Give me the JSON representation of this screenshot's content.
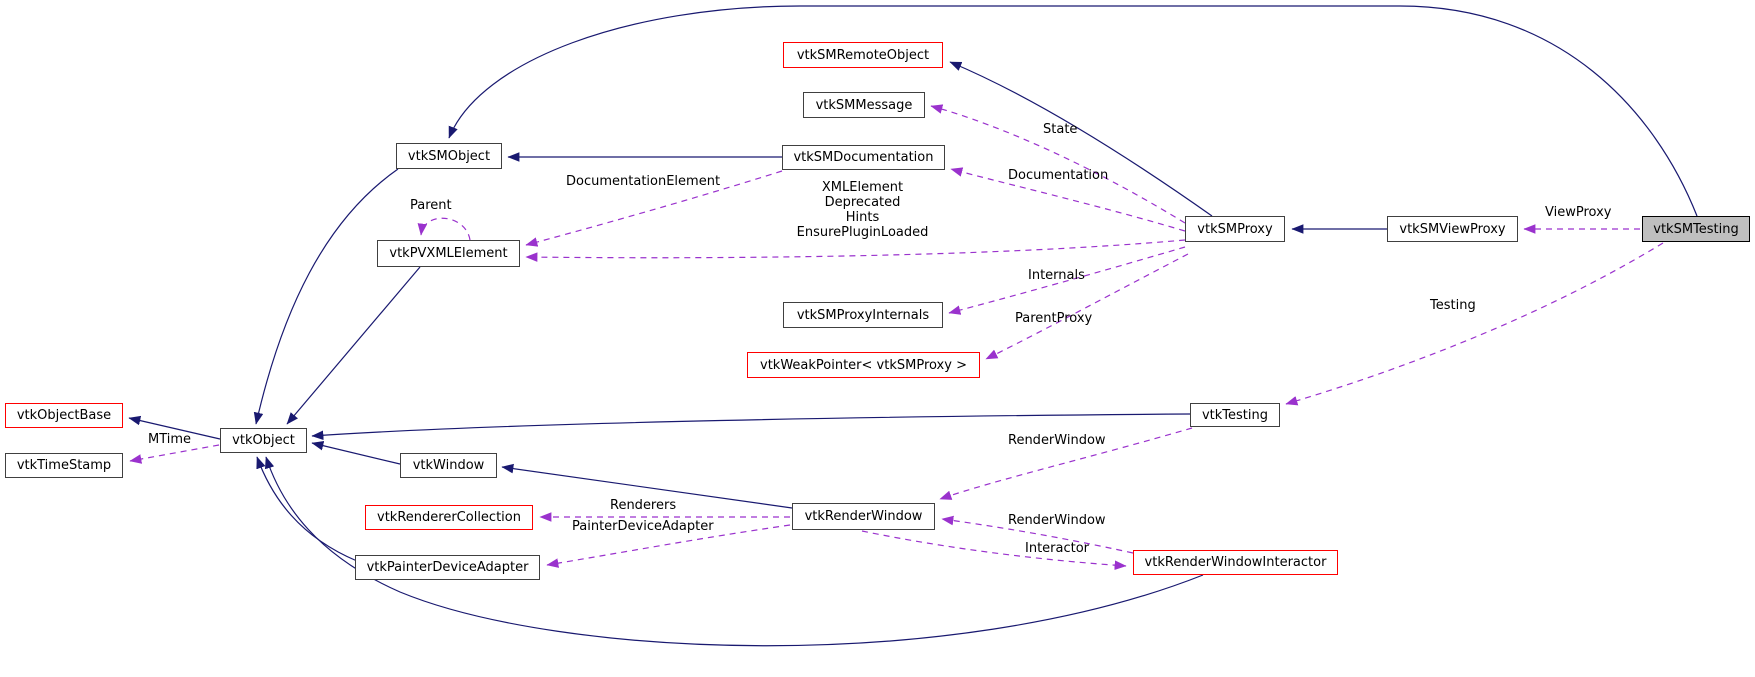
{
  "nodes": {
    "sm_remote_object": "vtkSMRemoteObject",
    "sm_message": "vtkSMMessage",
    "sm_object": "vtkSMObject",
    "sm_documentation": "vtkSMDocumentation",
    "pvxml_element": "vtkPVXMLElement",
    "sm_proxy": "vtkSMProxy",
    "sm_view_proxy": "vtkSMViewProxy",
    "sm_testing": "vtkSMTesting",
    "sm_proxy_internals": "vtkSMProxyInternals",
    "weak_pointer": "vtkWeakPointer< vtkSMProxy >",
    "object_base": "vtkObjectBase",
    "object": "vtkObject",
    "time_stamp": "vtkTimeStamp",
    "window": "vtkWindow",
    "testing": "vtkTesting",
    "renderer_collection": "vtkRendererCollection",
    "render_window": "vtkRenderWindow",
    "painter_device_adapter": "vtkPainterDeviceAdapter",
    "render_window_interactor": "vtkRenderWindowInteractor"
  },
  "edge_labels": {
    "state": "State",
    "documentation": "Documentation",
    "documentation_element": "DocumentationElement",
    "xml_element": "XMLElement",
    "deprecated": "Deprecated",
    "hints": "Hints",
    "ensure_plugin_loaded": "EnsurePluginLoaded",
    "parent": "Parent",
    "view_proxy": "ViewProxy",
    "internals": "Internals",
    "parent_proxy": "ParentProxy",
    "testing": "Testing",
    "mtime": "MTime",
    "render_window_from_testing": "RenderWindow",
    "render_window_from_interactor": "RenderWindow",
    "interactor": "Interactor",
    "renderers": "Renderers",
    "painter_device_adapter": "PainterDeviceAdapter"
  },
  "colors": {
    "inherit": "#191970",
    "usage": "#9a32cd",
    "border": "#404040",
    "trunc": "#ff0000",
    "sel": "#bfbfbf",
    "bg": "#ffffff"
  }
}
